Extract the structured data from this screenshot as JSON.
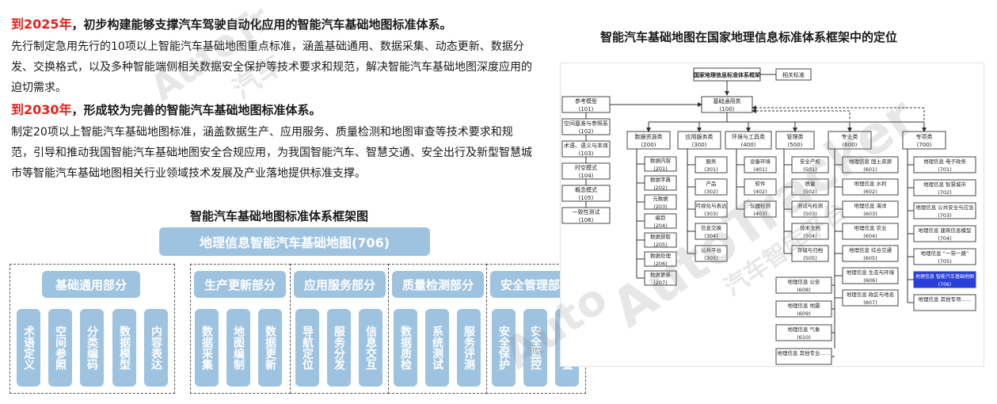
{
  "intro": {
    "goal2025": {
      "year": "到2025年",
      "text": "，初步构建能够支撑汽车驾驶自动化应用的智能汽车基础地图标准体系。"
    },
    "para2025": "先行制定急用先行的10项以上智能汽车基础地图重点标准，涵盖基础通用、数据采集、动态更新、数据分发、交换格式，以及多种智能端侧相关数据安全保护等技术要求和规范，解决智能汽车基础地图深度应用的迫切需求。",
    "goal2030": {
      "year": "到2030年",
      "text": "，形成较为完善的智能汽车基础地图标准体系。"
    },
    "para2030": "制定20项以上智能汽车基础地图标准，涵盖数据生产、应用服务、质量检测和地图审查等技术要求和规范，引导和推动我国智能汽车基础地图安全合规应用，为我国智能汽车、智慧交通、安全出行及新型智慧城市等智能汽车基础地图相关行业领域技术发展及产业落地提供标准支撑。"
  },
  "framework": {
    "title": "智能汽车基础地图标准体系框架图",
    "top": "地理信息智能汽车基础地图(706)",
    "groups": [
      {
        "name": "基础通用部分",
        "items": [
          "术语定义",
          "空间参照",
          "分类编码",
          "数据模型",
          "内容表达"
        ]
      },
      {
        "name": "生产更新部分",
        "items": [
          "数据采集",
          "地图编制",
          "数据更新"
        ]
      },
      {
        "name": "应用服务部分",
        "items": [
          "导航定位",
          "服务分发",
          "信息交互"
        ]
      },
      {
        "name": "质量检测部分",
        "items": [
          "数据质检",
          "系统测试",
          "服务评测"
        ]
      },
      {
        "name": "安全管理部分",
        "items": [
          "安全保护",
          "安全监控",
          "安全审查"
        ]
      }
    ]
  },
  "position": {
    "title": "智能汽车基础地图在国家地理信息标准体系框架中的定位",
    "root": "国家地理信息标准体系框架",
    "related": "相关标准",
    "general": [
      "基础通用类",
      "(100)"
    ],
    "left_list": [
      [
        "参考模型",
        "(101)"
      ],
      [
        "空间基准与参照系",
        "(102)"
      ],
      [
        "术语、语义与本体",
        "(103)"
      ],
      [
        "时空模式",
        "(104)"
      ],
      [
        "概念模式",
        "(105)"
      ],
      [
        "一致性测试",
        "(106)"
      ]
    ],
    "categories": [
      {
        "name": [
          "数据资源类",
          "(200)"
        ],
        "items": [
          [
            "数据内容",
            "(201)"
          ],
          [
            "数据字典",
            "(202)"
          ],
          [
            "元数据",
            "(203)"
          ],
          [
            "编目",
            "(204)"
          ],
          [
            "数据获取",
            "(205)"
          ],
          [
            "数据处理",
            "(206)"
          ],
          [
            "数据更新",
            "(207)"
          ]
        ]
      },
      {
        "name": [
          "应用服务类",
          "(300)"
        ],
        "items": [
          [
            "服务",
            "(301)"
          ],
          [
            "产品",
            "(302)"
          ],
          [
            "可视化与表达",
            "(303)"
          ],
          [
            "信息交换",
            "(304)"
          ],
          [
            "公共平台",
            "(305)"
          ]
        ]
      },
      {
        "name": [
          "环境与工具类",
          "(400)"
        ],
        "items": [
          [
            "设备环境",
            "(401)"
          ],
          [
            "软件",
            "(402)"
          ],
          [
            "仪器检测",
            "(403)"
          ]
        ]
      },
      {
        "name": [
          "管理类",
          "(500)"
        ],
        "items": [
          [
            "安全产权",
            "(501)"
          ],
          [
            "质量",
            "(502)"
          ],
          [
            "测试与检测",
            "(503)"
          ],
          [
            "技术文档",
            "(504)"
          ],
          [
            "存储与归档",
            "(505)"
          ]
        ]
      },
      {
        "name": [
          "专业类",
          "(600)"
        ],
        "items": [
          [
            "地理信息 国土资源",
            "(601)"
          ],
          [
            "地理信息 水利",
            "(602)"
          ],
          [
            "地理信息 海洋",
            "(603)"
          ],
          [
            "地理信息 农业",
            "(604)"
          ],
          [
            "地理信息 综合交通",
            "(605)"
          ],
          [
            "地理信息 生态与环境",
            "(606)"
          ],
          [
            "地理信息 政区与地名",
            "(607)"
          ]
        ],
        "extra": [
          [
            "地理信息 公安",
            "(608)"
          ],
          [
            "地理信息 地震",
            "(609)"
          ],
          [
            "地理信息 气象",
            "(610)"
          ],
          [
            "地理信息 其他专业……",
            ""
          ]
        ]
      },
      {
        "name": [
          "专项类",
          "(700)"
        ],
        "items": [
          [
            "地理信息 电子政务",
            "(701)"
          ],
          [
            "地理信息 智慧城市",
            "(702)"
          ],
          [
            "地理信息 公共安全与应急",
            "(703)"
          ],
          [
            "地理信息 建筑信息模型",
            "(704)"
          ],
          [
            "地理信息 “一带一路”",
            "(705)"
          ],
          [
            "地理信息 智能汽车基础地图",
            "(706)"
          ],
          [
            "地理信息 其他专项……",
            ""
          ]
        ]
      }
    ],
    "highlight_color": "#2a3fd8"
  },
  "watermarks": [
    "AutoTr",
    "汽车",
    "AutoTracker",
    "汽车智库平台",
    "Auto"
  ]
}
